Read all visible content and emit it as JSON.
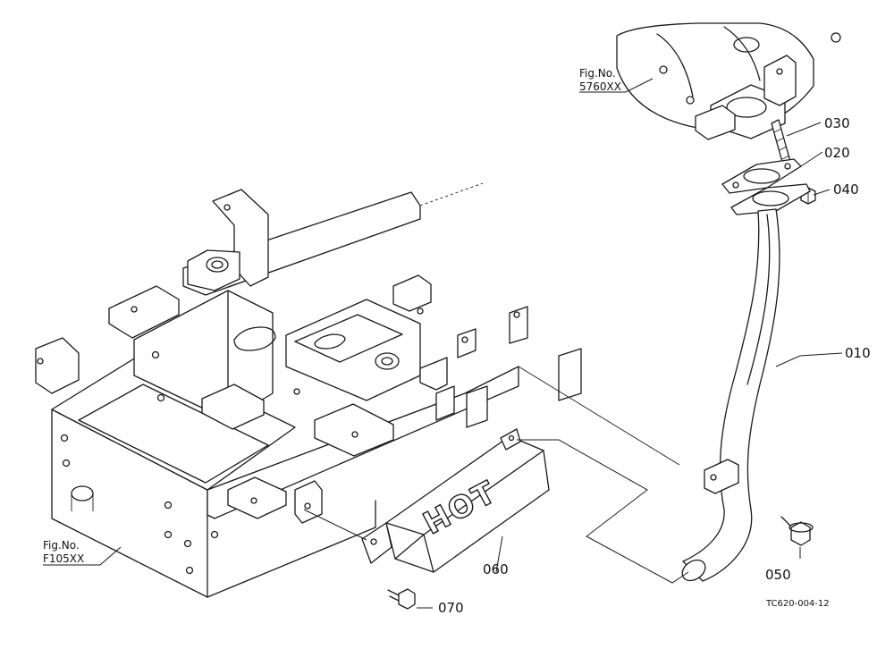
{
  "callouts": [
    {
      "id": "010",
      "label": "010"
    },
    {
      "id": "020",
      "label": "020"
    },
    {
      "id": "030",
      "label": "030"
    },
    {
      "id": "040",
      "label": "040"
    },
    {
      "id": "050",
      "label": "050"
    },
    {
      "id": "060",
      "label": "060"
    },
    {
      "id": "070",
      "label": "070"
    }
  ],
  "figure_refs": {
    "engine": {
      "line1": "Fig.No.",
      "line2": "5760XX"
    },
    "frame": {
      "line1": "Fig.No.",
      "line2": "F105XX"
    }
  },
  "heat_shield_text": "HOT",
  "drawing_code": "TC620-004-12"
}
